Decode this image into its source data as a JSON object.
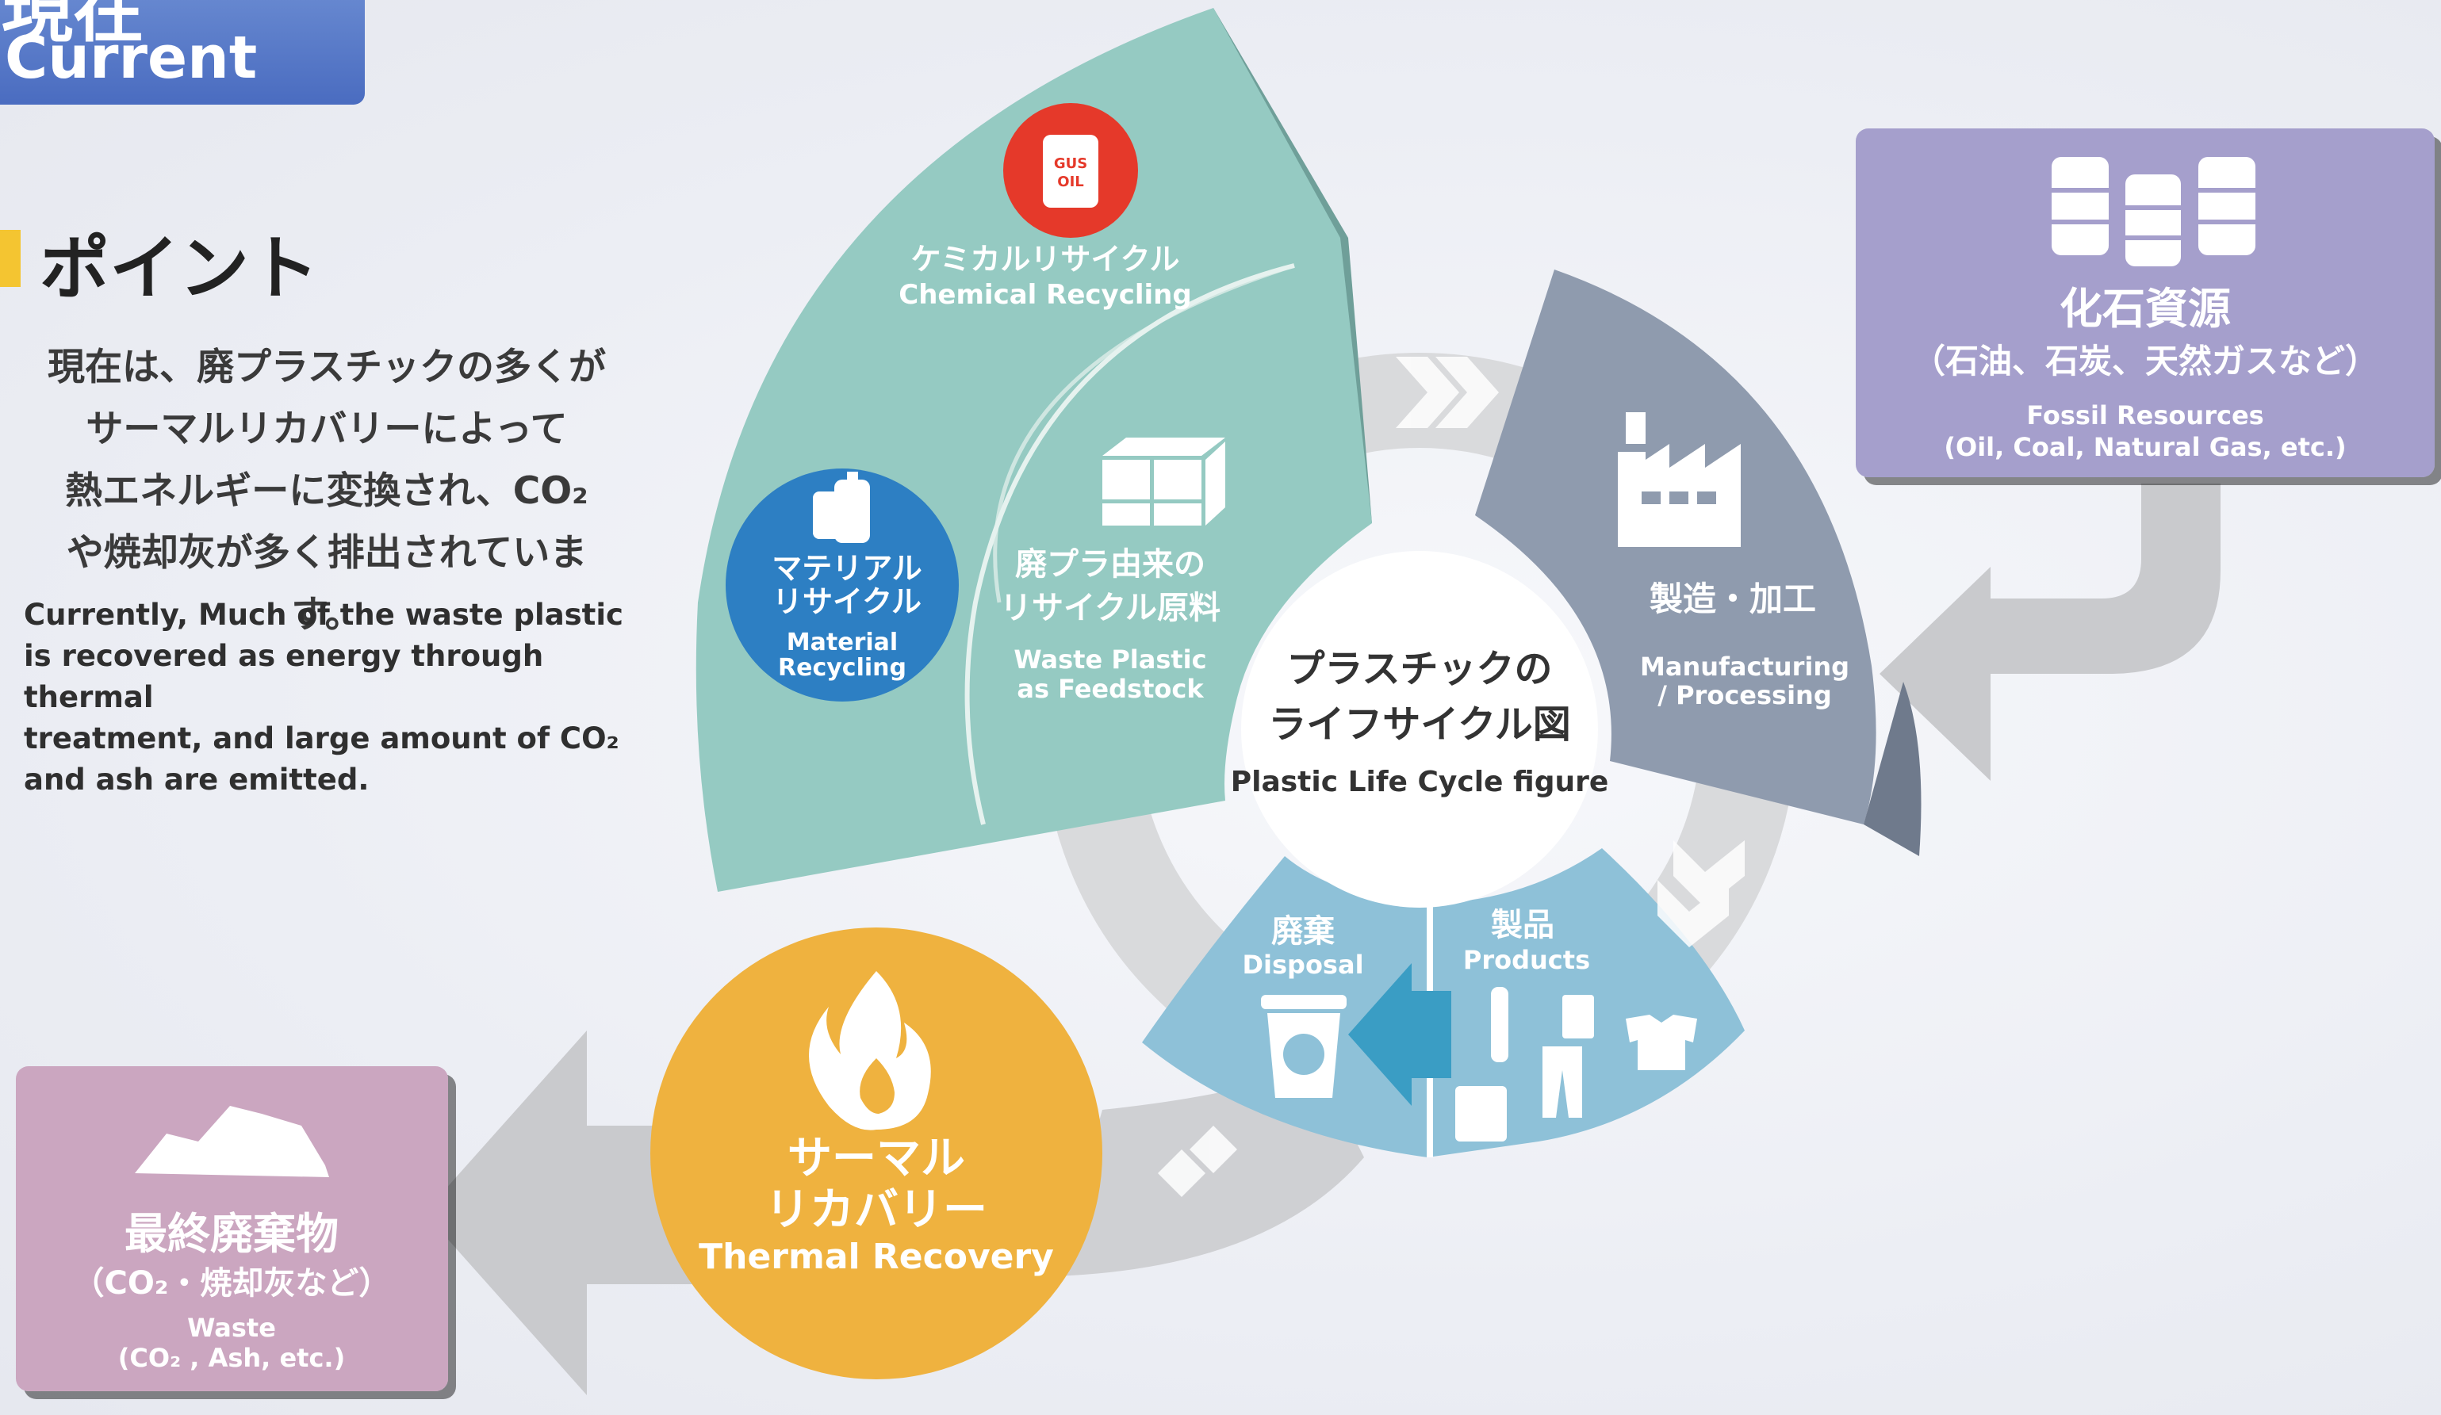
{
  "header": {
    "current_jp": "現在",
    "current_en": "Current"
  },
  "point": {
    "title": "ポイント",
    "jp_description": "現在は、廃プラスチックの多くが\nサーマルリカバリーによって\n熱エネルギーに変換され、CO₂\nや焼却灰が多く排出されています。",
    "en_description": "Currently, Much of the waste plastic\n is recovered as energy through thermal\ntreatment, and large amount of CO₂\nand ash are emitted."
  },
  "center": {
    "jp_line1": "プラスチックの",
    "jp_line2": "ライフサイクル図",
    "en": "Plastic Life Cycle figure"
  },
  "chemical": {
    "icon_text_1": "GUS",
    "icon_text_2": "OIL",
    "jp": "ケミカルリサイクル",
    "en": "Chemical Recycling"
  },
  "material": {
    "jp_line1": "マテリアル",
    "jp_line2": "リサイクル",
    "en_line1": "Material",
    "en_line2": "Recycling"
  },
  "feedstock": {
    "jp_line1": "廃プラ由来の",
    "jp_line2": "リサイクル原料",
    "en_line1": "Waste Plastic",
    "en_line2": "as Feedstock"
  },
  "manufacturing": {
    "jp": "製造・加工",
    "en_line1": "Manufacturing",
    "en_line2": "/ Processing"
  },
  "products": {
    "jp": "製品",
    "en": "Products"
  },
  "disposal": {
    "jp": "廃棄",
    "en": "Disposal"
  },
  "thermal": {
    "jp_line1": "サーマル",
    "jp_line2": "リカバリー",
    "en": "Thermal Recovery"
  },
  "fossil": {
    "jp_title": "化石資源",
    "jp_sub": "（石油、石炭、天然ガスなど）",
    "en_line1": "Fossil Resources",
    "en_line2": "(Oil, Coal, Natural Gas, etc.)"
  },
  "waste": {
    "jp_title": "最終廃棄物",
    "jp_sub": "（CO₂・焼却灰など）",
    "en_line1": "Waste",
    "en_line2": "(CO₂ , Ash, etc.)"
  },
  "colors": {
    "current_tab": "#4f70c4",
    "teal": "#95cac2",
    "slate": "#8f9bae",
    "light_blue": "#8ec1d8",
    "orange": "#efb23f",
    "purple": "#a59fcc",
    "pink": "#cba6c0",
    "red_icon": "#e5392a",
    "blue_circle": "#2d7fc3",
    "arrow_gray": "#cfd0d3",
    "point_yellow": "#f4c531"
  }
}
